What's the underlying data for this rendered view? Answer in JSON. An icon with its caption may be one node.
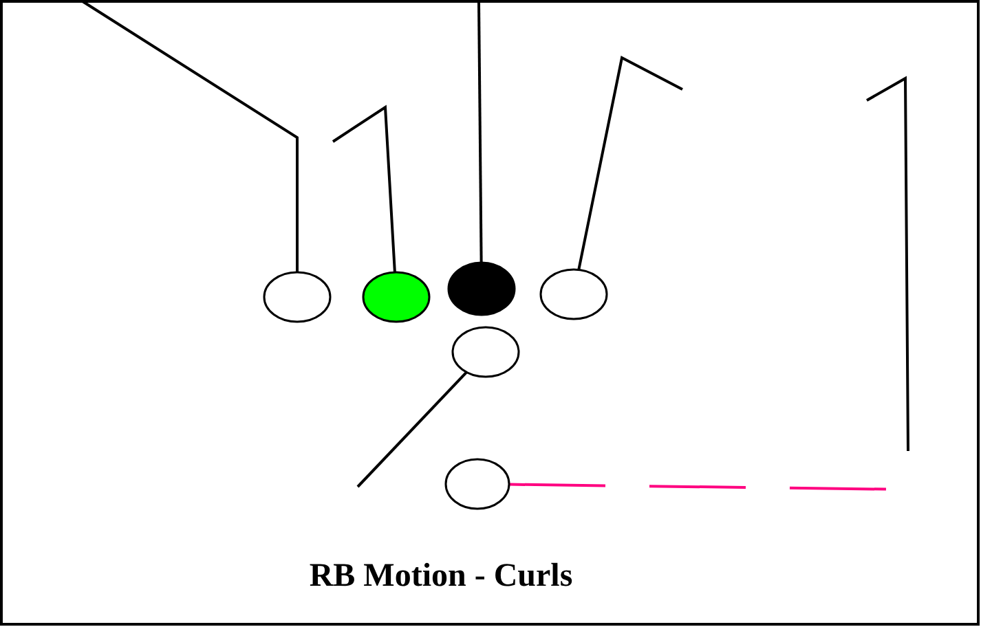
{
  "diagram": {
    "caption": "RB Motion - Curls",
    "nodes": [
      {
        "text": [],
        "shape": "circle"
      },
      {
        "text": [],
        "shape": "circle"
      },
      {
        "text": [],
        "shape": "circle"
      },
      {
        "text": [],
        "shape": "circle"
      },
      {
        "text": [],
        "shape": "circle"
      },
      {
        "text": [],
        "shape": "circle"
      }
    ],
    "edges": [
      {
        "from": 0,
        "to": null,
        "arrow": "none"
      },
      {
        "from": 1,
        "to": null,
        "arrow": "none"
      },
      {
        "from": 2,
        "to": null,
        "arrow": "none"
      },
      {
        "from": 3,
        "to": null,
        "arrow": "none"
      },
      {
        "from": 4,
        "to": null,
        "arrow": "none"
      },
      {
        "from": 5,
        "to": null,
        "arrow": "none",
        "style": "dashed",
        "color": "#ff0080"
      }
    ]
  }
}
